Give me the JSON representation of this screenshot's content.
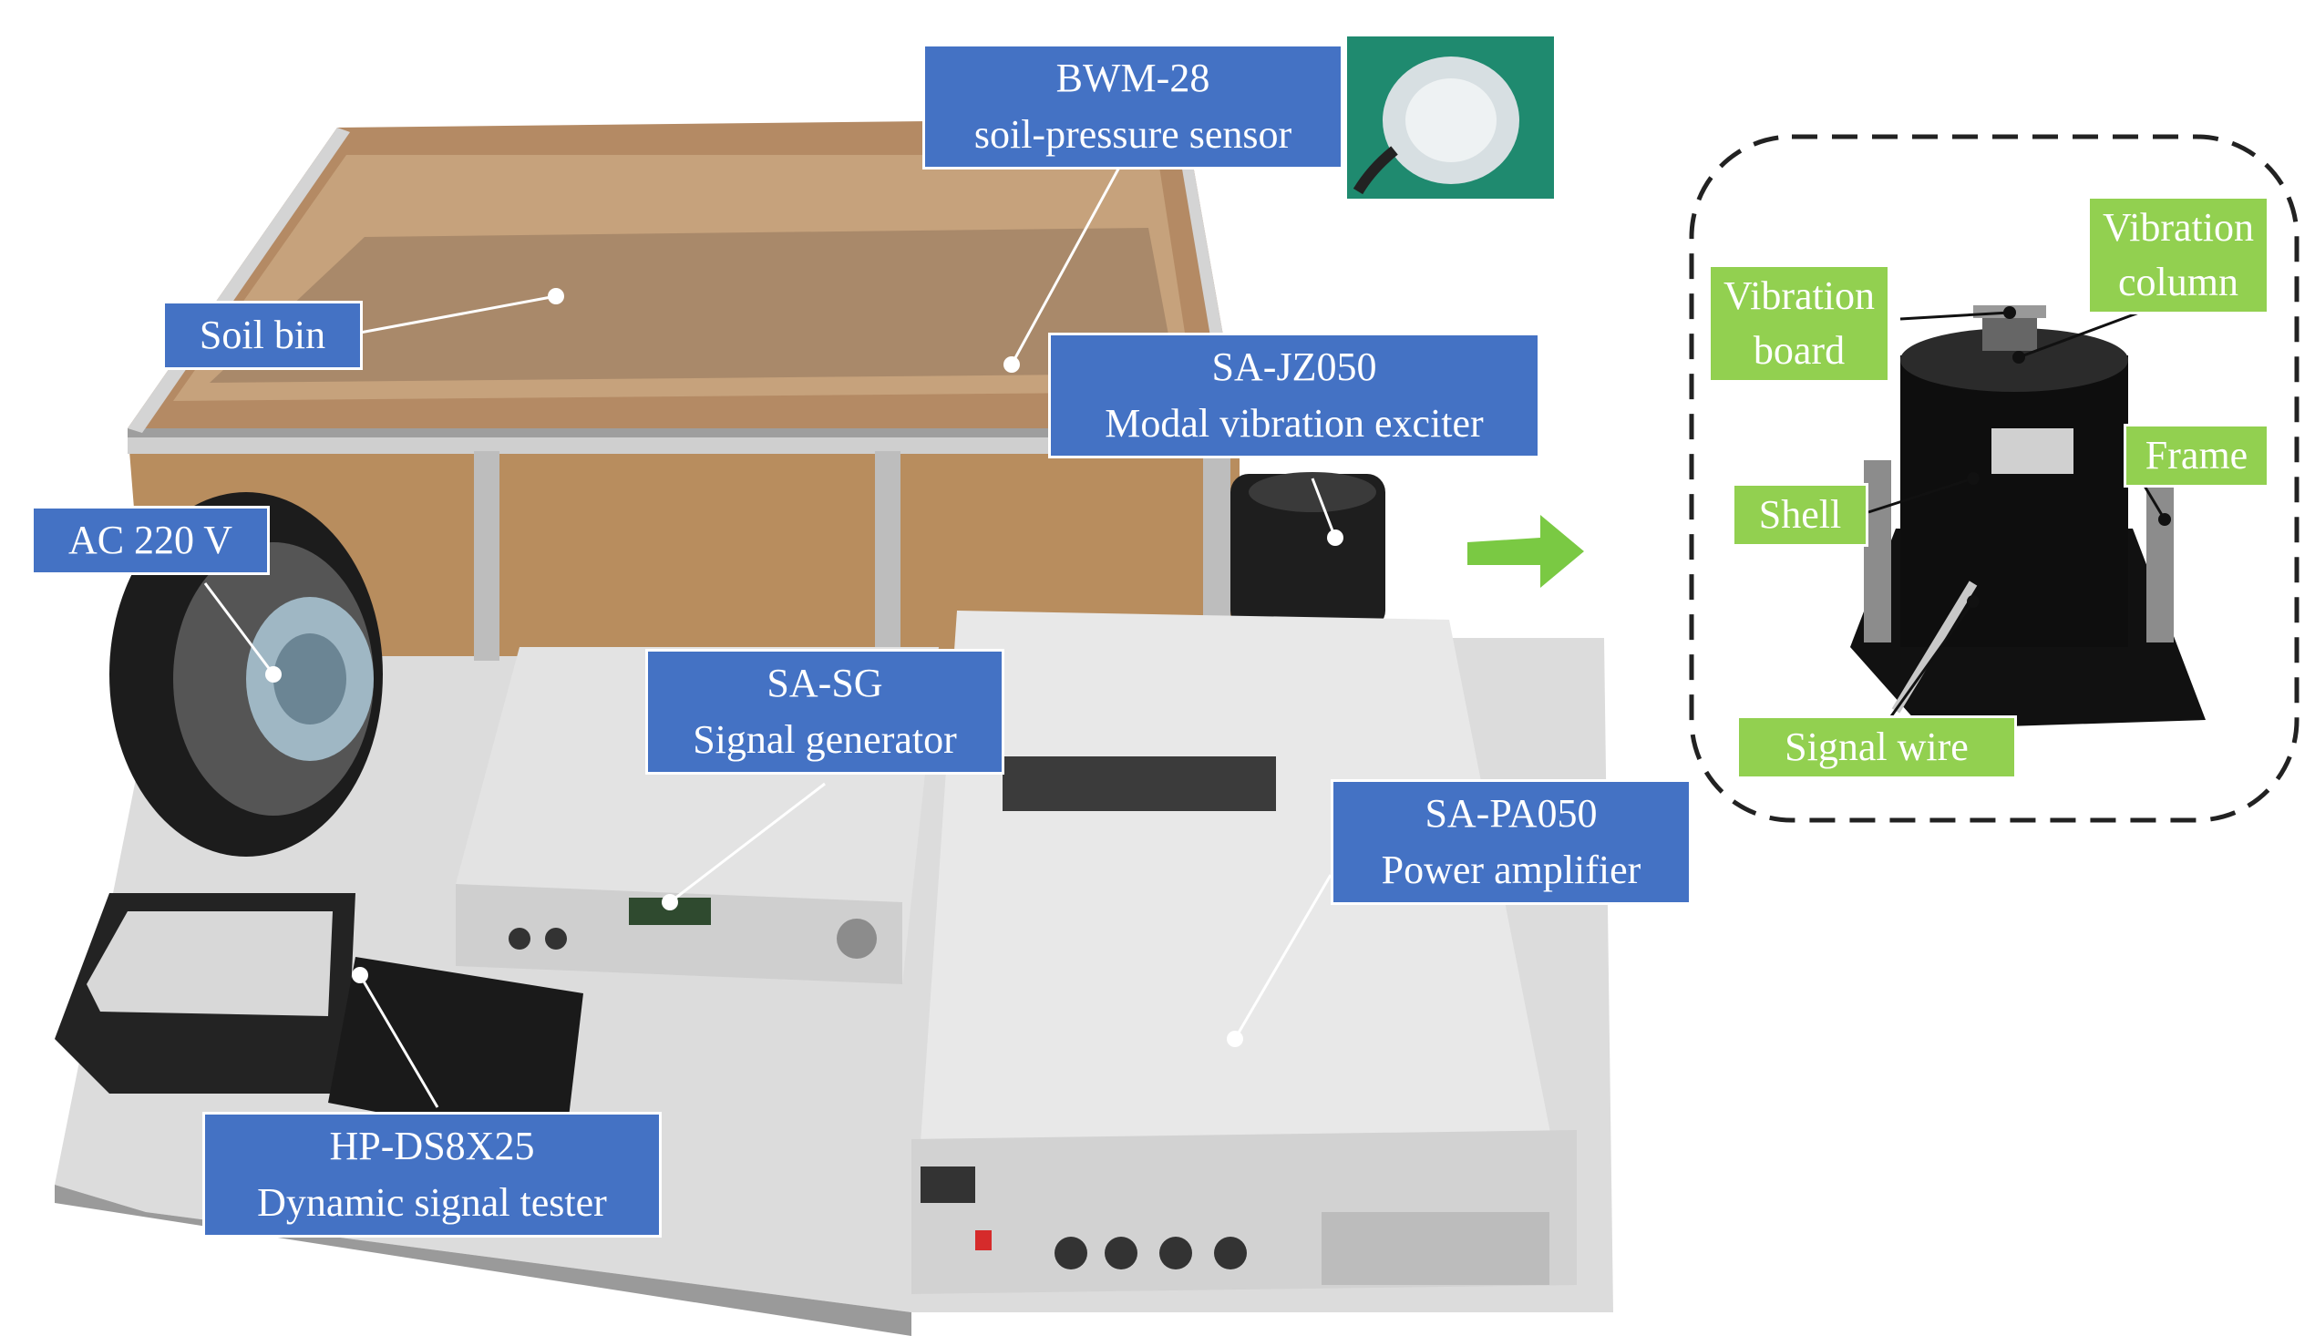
{
  "labels": {
    "sensor": {
      "line1": "BWM-28",
      "line2": "soil-pressure sensor"
    },
    "soil_bin": "Soil bin",
    "exciter": {
      "line1": "SA-JZ050",
      "line2": "Modal vibration exciter"
    },
    "ac": "AC 220 V",
    "signal_generator": {
      "line1": "SA-SG",
      "line2": "Signal generator"
    },
    "power_amplifier": {
      "line1": "SA-PA050",
      "line2": "Power amplifier"
    },
    "tester": {
      "line1": "HP-DS8X25",
      "line2": "Dynamic signal tester"
    }
  },
  "detail_labels": {
    "vibration_board": {
      "line1": "Vibration",
      "line2": "board"
    },
    "vibration_column": {
      "line1": "Vibration",
      "line2": "column"
    },
    "frame": "Frame",
    "shell": "Shell",
    "signal_wire": "Signal wire"
  },
  "colors": {
    "label_blue": "#4472c4",
    "label_green": "#92d050",
    "arrow_green": "#7ac943"
  }
}
